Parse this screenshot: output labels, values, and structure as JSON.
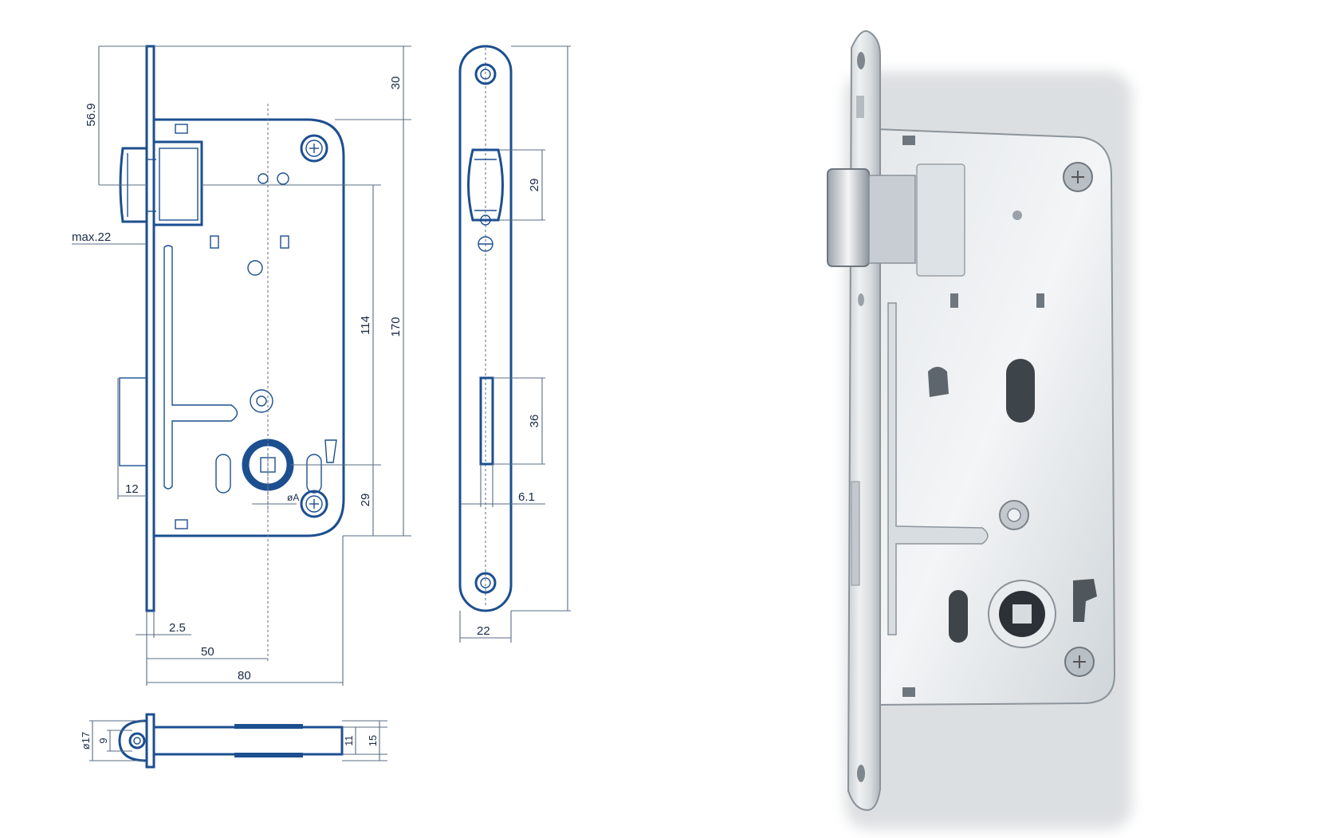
{
  "dimensions": {
    "d30": "30",
    "d56_9": "56.9",
    "d170": "170",
    "d114": "114",
    "d29a": "29",
    "dmax22": "max.22",
    "d12": "12",
    "d2_5": "2.5",
    "d50": "50",
    "d80": "80",
    "dphiA": "øA",
    "d29b": "29",
    "d36": "36",
    "d6_1": "6.1",
    "d22": "22",
    "dphi17": "ø17",
    "d9": "9",
    "d11": "11",
    "d15": "15"
  },
  "colors": {
    "line": "#1c4f8f",
    "dimension": "#5a6c86",
    "metal_light": "#e8ecef",
    "metal_dark": "#9aa3ab"
  }
}
